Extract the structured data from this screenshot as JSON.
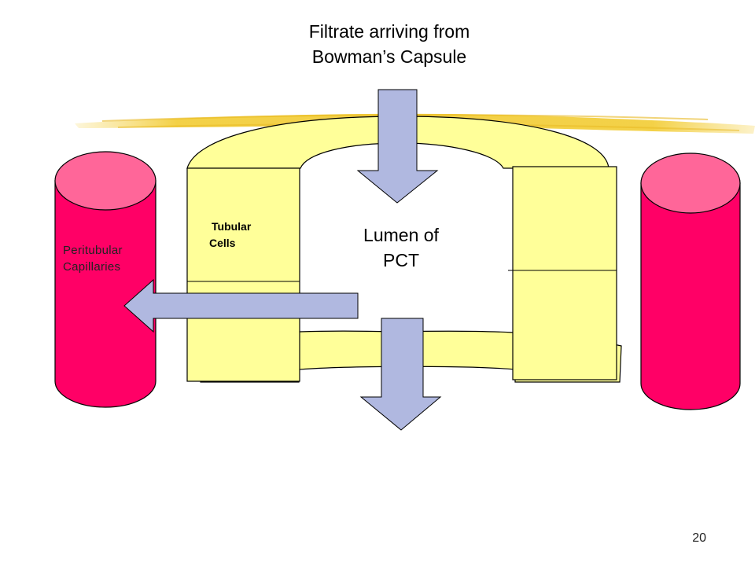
{
  "title": {
    "line1": "Filtrate arriving from",
    "line2": "Bowman’s Capsule"
  },
  "labels": {
    "lumen_line1": "Lumen of",
    "lumen_line2": "PCT",
    "capillaries_line1": "Peritubular",
    "capillaries_line2": "Capillaries",
    "cells_line1": "Tubular",
    "cells_line2": "Cells"
  },
  "page_number": "20",
  "colors": {
    "capillary_body": "#ff0066",
    "capillary_top": "#ff6699",
    "cell_fill": "#ffff99",
    "arrow_fill": "#b0b8e0",
    "highlighter": "#f2cc33"
  }
}
